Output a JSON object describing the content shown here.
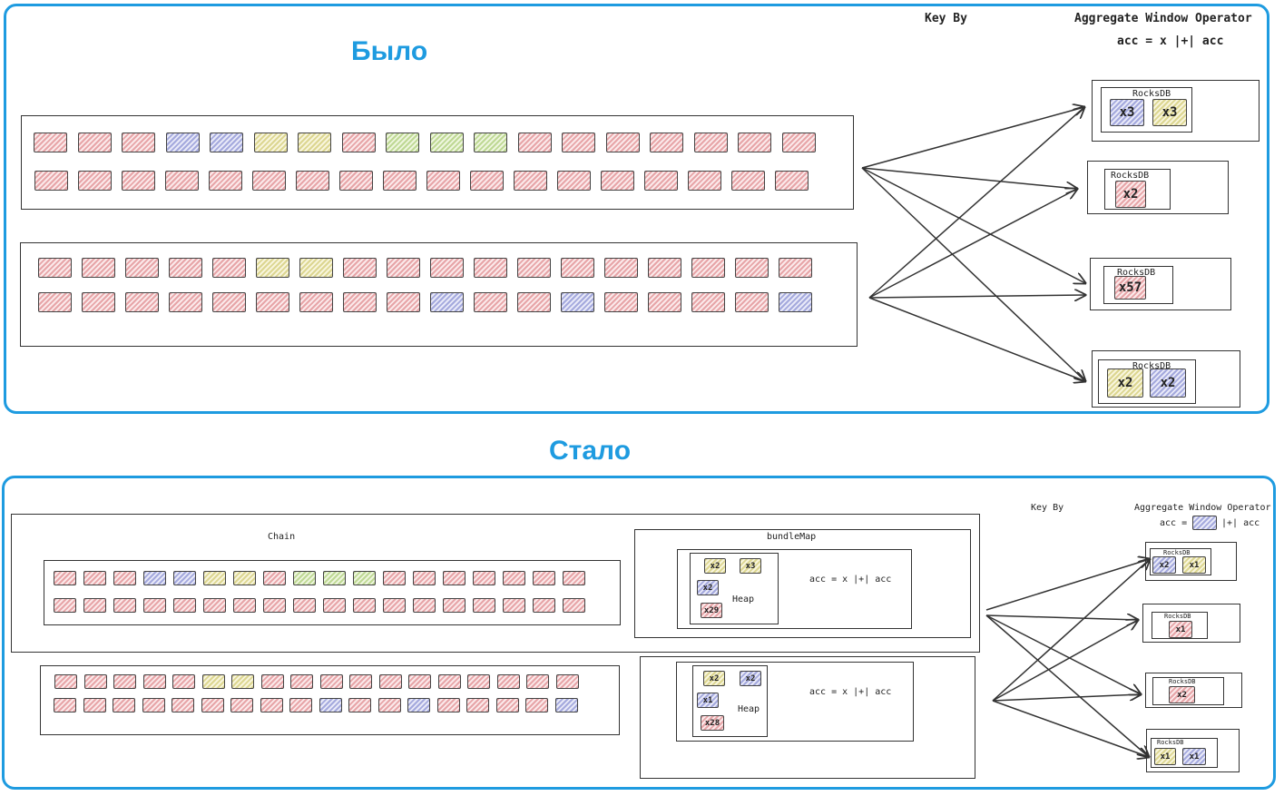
{
  "top": {
    "title": "Было",
    "key_by": "Key By",
    "operator_title": "Aggregate Window Operator",
    "operator_formula": "acc = x |+| acc",
    "rocks_label": "RocksDB",
    "row_colors": [
      [
        "red",
        "red",
        "red",
        "blue",
        "blue",
        "yellow",
        "yellow",
        "red",
        "green",
        "green",
        "green",
        "red",
        "red",
        "red",
        "red",
        "red",
        "red",
        "red"
      ],
      [
        "red",
        "red",
        "red",
        "red",
        "red",
        "red",
        "red",
        "red",
        "red",
        "red",
        "red",
        "red",
        "red",
        "red",
        "red",
        "red",
        "red",
        "red"
      ],
      [
        "red",
        "red",
        "red",
        "red",
        "red",
        "yellow",
        "yellow",
        "red",
        "red",
        "red",
        "red",
        "red",
        "red",
        "red",
        "red",
        "red",
        "red",
        "red"
      ],
      [
        "red",
        "red",
        "red",
        "red",
        "red",
        "red",
        "red",
        "red",
        "red",
        "blue",
        "red",
        "red",
        "blue",
        "red",
        "red",
        "red",
        "red",
        "blue"
      ]
    ],
    "stores": [
      {
        "items": [
          {
            "label": "x3",
            "color": "blue"
          },
          {
            "label": "x3",
            "color": "yellow"
          }
        ]
      },
      {
        "items": [
          {
            "label": "x2",
            "color": "red"
          }
        ]
      },
      {
        "items": [
          {
            "label": "x57",
            "color": "red"
          }
        ]
      },
      {
        "items": [
          {
            "label": "x2",
            "color": "yellow"
          },
          {
            "label": "x2",
            "color": "blue"
          }
        ]
      }
    ]
  },
  "bottom": {
    "title": "Стало",
    "chain_label": "Chain",
    "bundle_label": "bundleMap",
    "heap_label": "Heap",
    "bundle_formula": "acc = x |+| acc",
    "key_by": "Key By",
    "operator_title": "Aggregate Window Operator",
    "operator_formula_prefix": "acc =",
    "operator_formula_suffix": "|+| acc",
    "rocks_label": "RocksDB",
    "row_colors": [
      [
        "red",
        "red",
        "red",
        "blue",
        "blue",
        "yellow",
        "yellow",
        "red",
        "green",
        "green",
        "green",
        "red",
        "red",
        "red",
        "red",
        "red",
        "red",
        "red"
      ],
      [
        "red",
        "red",
        "red",
        "red",
        "red",
        "red",
        "red",
        "red",
        "red",
        "red",
        "red",
        "red",
        "red",
        "red",
        "red",
        "red",
        "red",
        "red"
      ],
      [
        "red",
        "red",
        "red",
        "red",
        "red",
        "yellow",
        "yellow",
        "red",
        "red",
        "red",
        "red",
        "red",
        "red",
        "red",
        "red",
        "red",
        "red",
        "red"
      ],
      [
        "red",
        "red",
        "red",
        "red",
        "red",
        "red",
        "red",
        "red",
        "red",
        "blue",
        "red",
        "red",
        "blue",
        "red",
        "red",
        "red",
        "red",
        "blue"
      ]
    ],
    "heaps": [
      {
        "items": [
          {
            "label": "x2",
            "color": "yellow"
          },
          {
            "label": "x3",
            "color": "yellow"
          },
          {
            "label": "x2",
            "color": "blue"
          },
          {
            "label": "x29",
            "color": "red"
          }
        ]
      },
      {
        "items": [
          {
            "label": "x2",
            "color": "yellow"
          },
          {
            "label": "x2",
            "color": "blue"
          },
          {
            "label": "x1",
            "color": "blue"
          },
          {
            "label": "x28",
            "color": "red"
          }
        ]
      }
    ],
    "stores": [
      {
        "items": [
          {
            "label": "x2",
            "color": "blue"
          },
          {
            "label": "x1",
            "color": "yellow"
          }
        ]
      },
      {
        "items": [
          {
            "label": "x1",
            "color": "red"
          }
        ]
      },
      {
        "items": [
          {
            "label": "x2",
            "color": "red"
          }
        ]
      },
      {
        "items": [
          {
            "label": "x1",
            "color": "yellow"
          },
          {
            "label": "x1",
            "color": "blue"
          }
        ]
      }
    ]
  }
}
